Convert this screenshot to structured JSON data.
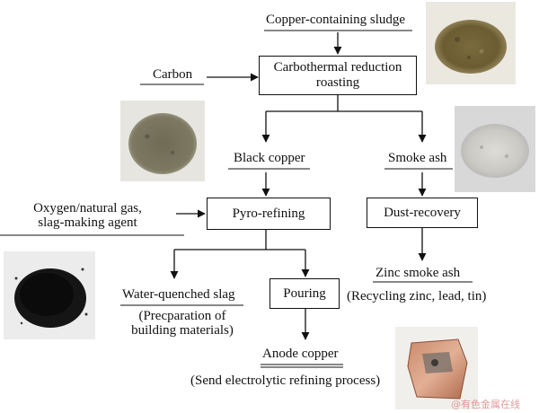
{
  "diagram": {
    "nodes": {
      "sludge": "Copper-containing sludge",
      "carbon": "Carbon",
      "roasting_line1": "Carbothermal reduction",
      "roasting_line2": "roasting",
      "black_copper": "Black copper",
      "smoke_ash": "Smoke ash",
      "oxygen_line1": "Oxygen/natural gas,",
      "oxygen_line2": "slag-making agent",
      "pyro_refining": "Pyro-refining",
      "dust_recovery": "Dust-recovery",
      "zinc_smoke_ash": "Zinc smoke ash",
      "zinc_note": "(Recycling zinc, lead, tin)",
      "water_slag": "Water-quenched slag",
      "slag_note_line1": "(Precparation of",
      "slag_note_line2": "building materials)",
      "pouring": "Pouring",
      "anode_copper": "Anode copper",
      "anode_note": "(Send electrolytic refining process)"
    },
    "watermark": "@有色金属在线"
  },
  "colors": {
    "line": "#111111",
    "watermark": "#d98b8b"
  }
}
